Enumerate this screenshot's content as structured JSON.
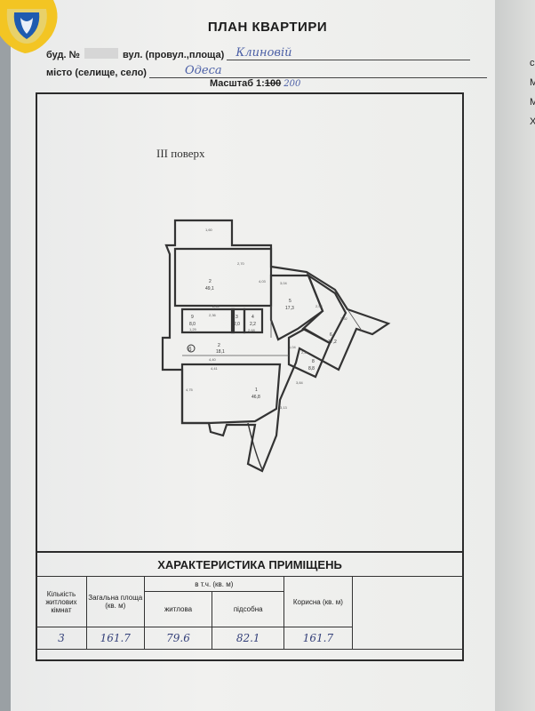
{
  "header": {
    "title": "ПЛАН КВАРТИРИ",
    "building_label": "буд. №",
    "street_label": "вул. (провул.,площа)",
    "street_value": "Клиновій",
    "city_label": "місто (селище, село)",
    "city_value": "Одеса",
    "scale_label": "Масштаб 1:",
    "scale_printed": "100",
    "scale_handwritten": "200"
  },
  "plan": {
    "floor_label": "III   поверх",
    "rooms": [
      {
        "num": "2",
        "area": "49,1"
      },
      {
        "num": "5",
        "area": "17,3"
      },
      {
        "num": "6",
        "area": "17,2"
      },
      {
        "num": "3",
        "area": "2,0"
      },
      {
        "num": "4",
        "area": "2,2"
      },
      {
        "num": "9",
        "area": "8,0"
      },
      {
        "num": "8",
        "area": "8,8"
      },
      {
        "num": "2",
        "area": "18,1"
      },
      {
        "num": "1",
        "area": "46,8"
      }
    ],
    "dims": [
      "1,60",
      "2,70",
      "4,03",
      "3,04",
      "2,50",
      "2,36",
      "1,29",
      "2,68",
      "2,53",
      "3,92",
      "4,40",
      "4,41",
      "4,75",
      "3,13",
      "3,84",
      "2,26",
      "1,04"
    ],
    "letter": "б"
  },
  "table": {
    "title": "ХАРАКТЕРИСТИКА ПРИМІЩЕНЬ",
    "col_rooms": "Кількість житлових кімнат",
    "col_total": "Загальна площа (кв. м)",
    "col_including": "в т.ч. (кв. м)",
    "col_living": "житлова",
    "col_auxiliary": "підсобна",
    "col_useful": "Корисна (кв. м)",
    "val_rooms": "3",
    "val_total": "161.7",
    "val_living": "79.6",
    "val_auxiliary": "82.1",
    "val_useful": "161.7"
  },
  "edge_letters": [
    "с",
    "М",
    "М",
    "Х"
  ]
}
